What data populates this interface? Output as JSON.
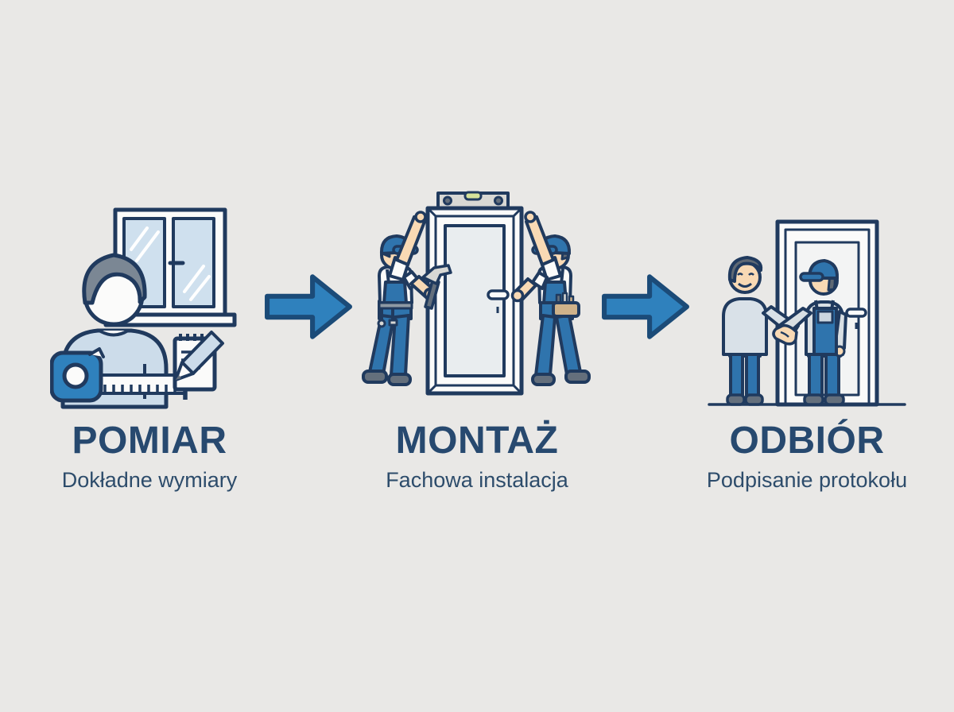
{
  "colors": {
    "background": "#e9e8e6",
    "title_navy": "#27496f",
    "subtitle_navy": "#2d4c6b",
    "outline_navy": "#203a5e",
    "arrow_blue": "#2f81bd",
    "arrow_border": "#1b4b78",
    "accent_blue": "#2f81bd",
    "overall_blue": "#2f74ad",
    "light_blue": "#ccdcea",
    "pane_blue": "#cfe0ee",
    "white": "#fbfbfa",
    "skin": "#f8d9b4",
    "hair_gray": "#7b8794",
    "hair_dark": "#5f6974",
    "shoe_gray": "#646f7c",
    "tan": "#cfb28a",
    "level_gray": "#d8d8d4",
    "vial_green": "#d5e29a",
    "door_panel": "#e9edef",
    "door_panel_light": "#f3f4f4",
    "sweater_gray": "#d9e1e8",
    "sleeve_gray": "#d9dfe3",
    "bib_inner": "#ccd7e0",
    "belt_gray": "#8e99a4"
  },
  "steps": [
    {
      "title": "POMIAR",
      "subtitle": "Dokładne wymiary",
      "illustration": "measurement-scene: person with measuring tape, window and notepad with pencil"
    },
    {
      "title": "MONTAŻ",
      "subtitle": "Fachowa instalacja",
      "illustration": "installation-scene: two workers installing a door with spirit level on top"
    },
    {
      "title": "ODBIÓR",
      "subtitle": "Podpisanie protokołu",
      "illustration": "handover-scene: customer and worker shaking hands in front of a door"
    }
  ],
  "arrows": [
    {
      "icon": "arrow-right-icon"
    },
    {
      "icon": "arrow-right-icon"
    }
  ]
}
